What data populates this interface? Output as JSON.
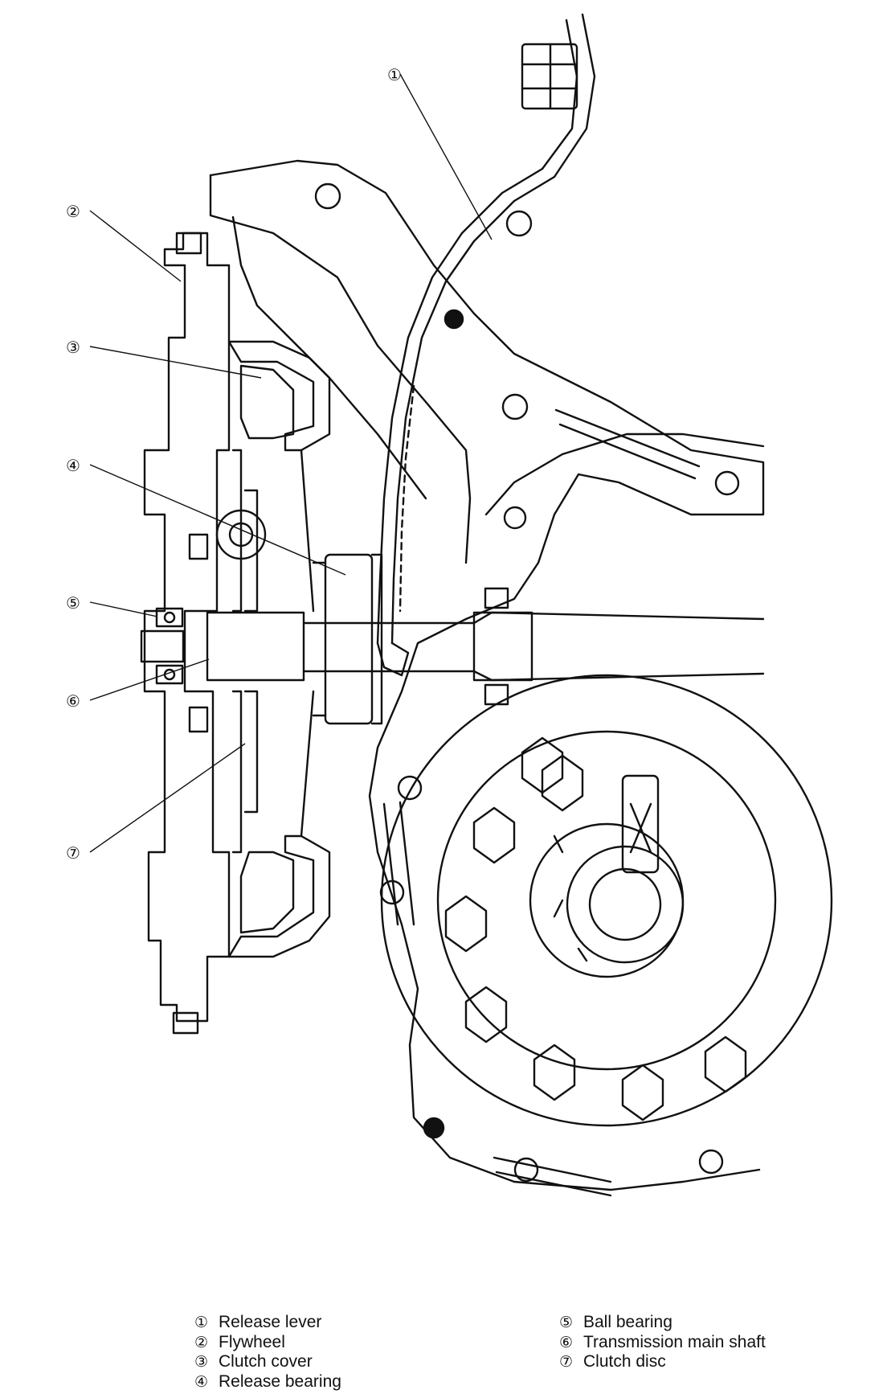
{
  "callouts": [
    {
      "id": "1",
      "symbol": "①"
    },
    {
      "id": "2",
      "symbol": "②"
    },
    {
      "id": "3",
      "symbol": "③"
    },
    {
      "id": "4",
      "symbol": "④"
    },
    {
      "id": "5",
      "symbol": "⑤"
    },
    {
      "id": "6",
      "symbol": "⑥"
    },
    {
      "id": "7",
      "symbol": "⑦"
    }
  ],
  "legend": {
    "left": [
      {
        "num": "①",
        "label": "Release lever"
      },
      {
        "num": "②",
        "label": "Flywheel"
      },
      {
        "num": "③",
        "label": "Clutch cover"
      },
      {
        "num": "④",
        "label": "Release bearing"
      }
    ],
    "right": [
      {
        "num": "⑤",
        "label": "Ball bearing"
      },
      {
        "num": "⑥",
        "label": "Transmission main shaft"
      },
      {
        "num": "⑦",
        "label": "Clutch disc"
      }
    ]
  }
}
